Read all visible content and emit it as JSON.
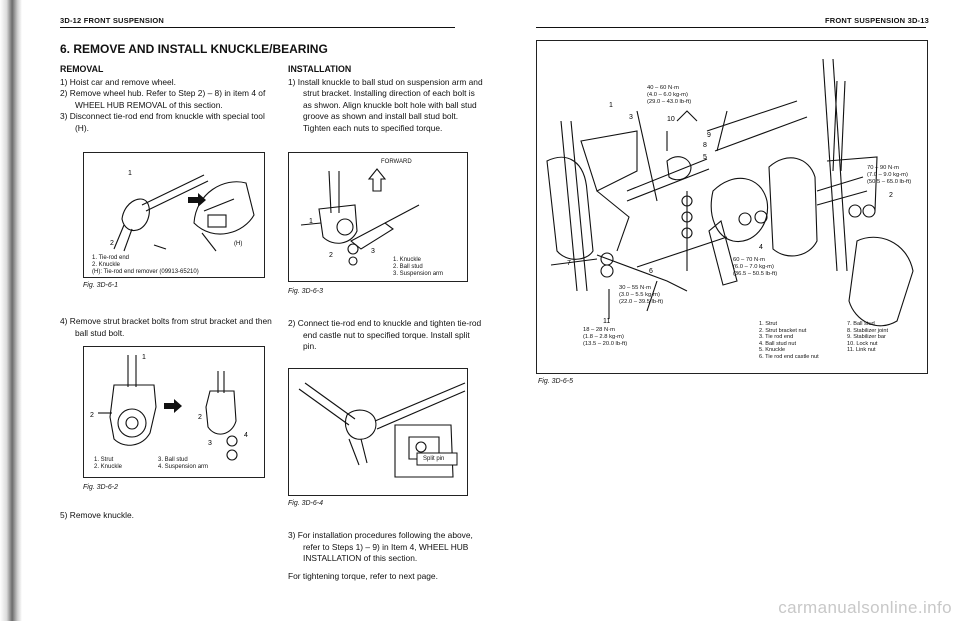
{
  "headers": {
    "left": "3D-12 FRONT SUSPENSION",
    "right": "FRONT SUSPENSION 3D-13"
  },
  "section_title": "6. REMOVE AND INSTALL KNUCKLE/BEARING",
  "removal": {
    "heading": "REMOVAL",
    "steps": [
      "1) Hoist car and remove wheel.",
      "2) Remove wheel hub. Refer to Step 2) – 8) in item 4 of WHEEL HUB REMOVAL of this section.",
      "3) Disconnect tie-rod end from knuckle with special tool (H)."
    ],
    "step4": "4) Remove strut bracket bolts from strut bracket and then ball stud bolt.",
    "step5": "5) Remove knuckle."
  },
  "installation": {
    "heading": "INSTALLATION",
    "step1": "1) Install knuckle to ball stud on suspension arm and strut bracket. Installing direction of each bolt is as shwon. Align knuckle bolt hole with ball stud groove as shown and install ball stud bolt. Tighten each nuts to specified torque.",
    "step2": "2) Connect tie-rod end to knuckle and tighten tie-rod end castle nut to specified torque. Install split pin.",
    "step3": "3) For installation procedures following the above, refer to Steps 1) – 9) in Item 4, WHEEL HUB INSTALLATION of this section.",
    "next": "For tightening torque, refer to next page."
  },
  "figures": {
    "fig1": {
      "caption": "Fig. 3D-6-1",
      "legend": [
        "1. Tie-rod end",
        "2. Knuckle",
        "(H): Tie-rod end remover (09913-65210)"
      ],
      "callouts": [
        "1",
        "2",
        "(H)"
      ]
    },
    "fig2": {
      "caption": "Fig. 3D-6-2",
      "legend_left": [
        "1. Strut",
        "2. Knuckle"
      ],
      "legend_right": [
        "3. Ball stud",
        "4. Suspension arm"
      ],
      "callouts": [
        "1",
        "2",
        "2",
        "3",
        "4"
      ]
    },
    "fig3": {
      "caption": "Fig. 3D-6-3",
      "forward": "FORWARD",
      "legend": [
        "1. Knuckle",
        "2. Ball stud",
        "3. Suspension arm"
      ],
      "callouts": [
        "1",
        "2",
        "3"
      ]
    },
    "fig4": {
      "caption": "Fig. 3D-6-4",
      "label": "Split pin"
    },
    "fig5": {
      "caption": "Fig. 3D-6-5",
      "torque": {
        "t1": [
          "40 – 60 N·m",
          "(4.0 – 6.0 kg-m)",
          "(29.0 – 43.0 lb-ft)"
        ],
        "t2": [
          "70 – 90 N·m",
          "(7.0 – 9.0 kg-m)",
          "(50.5 – 65.0 lb-ft)"
        ],
        "t3": [
          "60 – 70 N·m",
          "(6.0 – 7.0 kg-m)",
          "(36.5 – 50.5 lb-ft)"
        ],
        "t4": [
          "30 – 55 N·m",
          "(3.0 – 5.5 kg-m)",
          "(22.0 – 39.5 lb-ft)"
        ],
        "t5": [
          "18 – 28 N·m",
          "(1.8 – 2.8 kg-m)",
          "(13.5 – 20.0 lb-ft)"
        ]
      },
      "legend_left": [
        "1. Strut",
        "2. Strut bracket nut",
        "3. Tie rod end",
        "4. Ball stud nut",
        "5. Knuckle",
        "6. Tie rod end castle nut"
      ],
      "legend_right": [
        "7. Ball stud",
        "8. Stabilizer joint",
        "9. Stabilizer bar",
        "10. Lock nut",
        "11. Link nut"
      ],
      "callouts": [
        "1",
        "2",
        "3",
        "4",
        "5",
        "6",
        "7",
        "8",
        "9",
        "10",
        "11"
      ]
    }
  },
  "watermark": "carmanualsonline.info"
}
